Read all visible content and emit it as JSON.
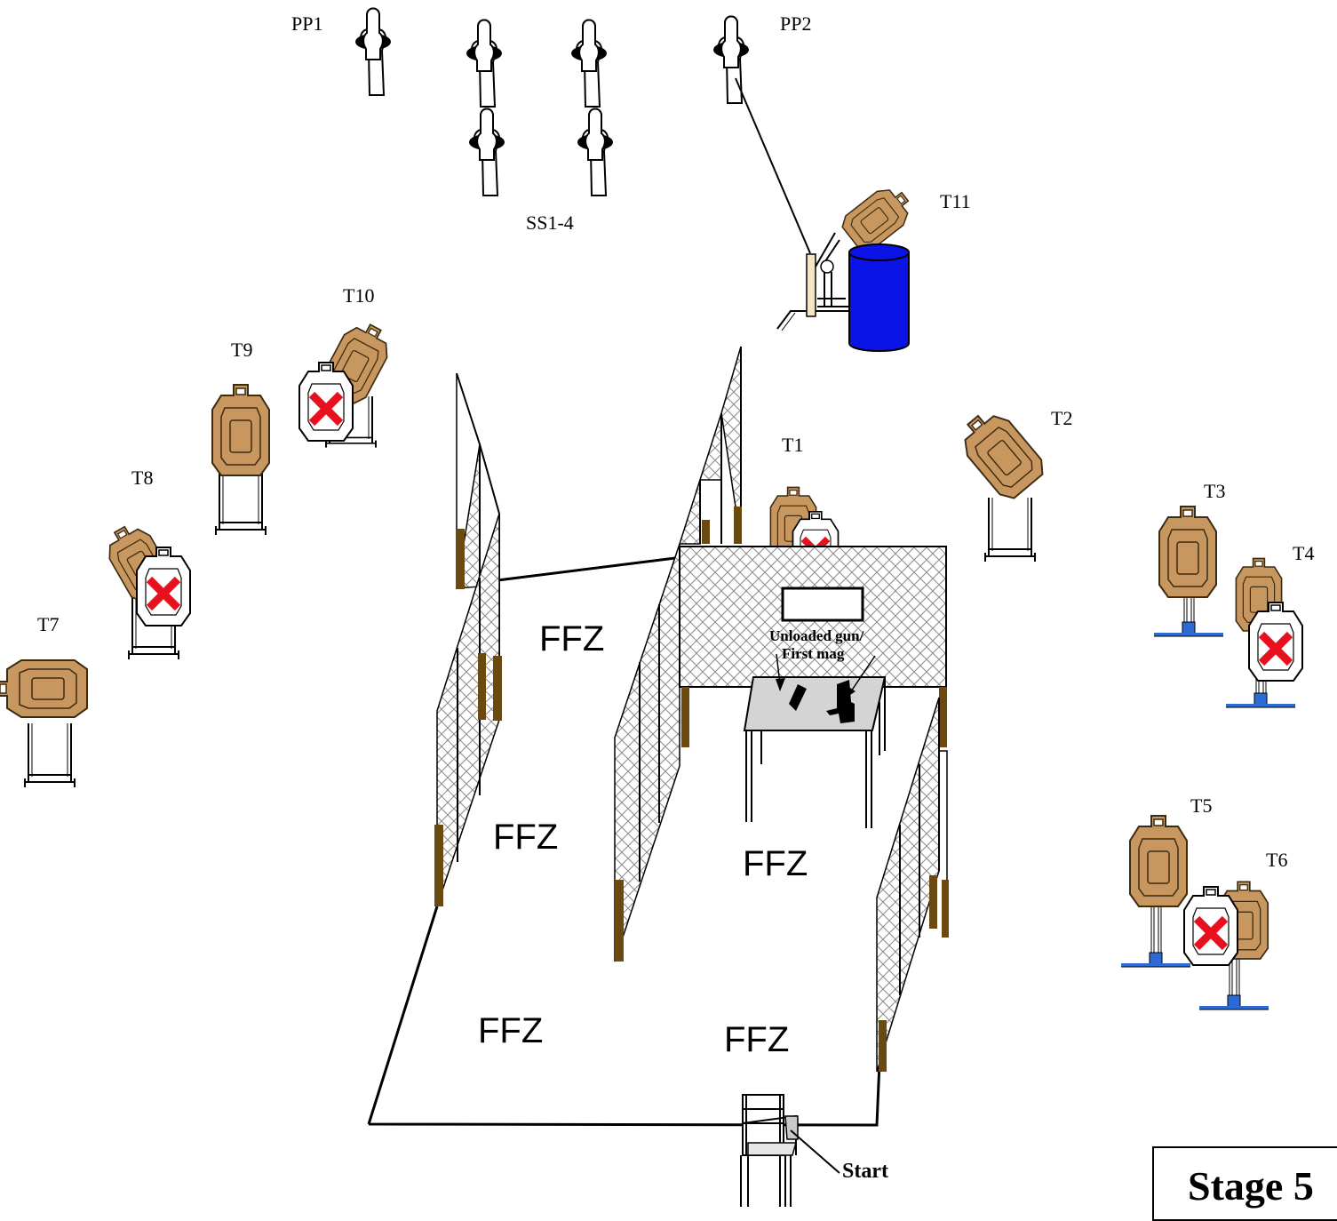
{
  "labels": {
    "pp1": "PP1",
    "pp2": "PP2",
    "ss": "SS1-4",
    "t1": "T1",
    "t2": "T2",
    "t3": "T3",
    "t4": "T4",
    "t5": "T5",
    "t6": "T6",
    "t7": "T7",
    "t8": "T8",
    "t9": "T9",
    "t10": "T10",
    "t11": "T11"
  },
  "zones": [
    "FFZ",
    "FFZ",
    "FFZ",
    "FFZ",
    "FFZ"
  ],
  "table_note_line1": "Unloaded gun/",
  "table_note_line2": "First mag",
  "start_label": "Start",
  "stage_title": "Stage 5",
  "colors": {
    "cardboard": "#c8965f",
    "no_shoot_x": "#e8101e",
    "barrel": "#0a14e6",
    "post": "#6b4a12",
    "table_top": "#d4d4d4",
    "stand_blue": "#2c6bd6"
  }
}
